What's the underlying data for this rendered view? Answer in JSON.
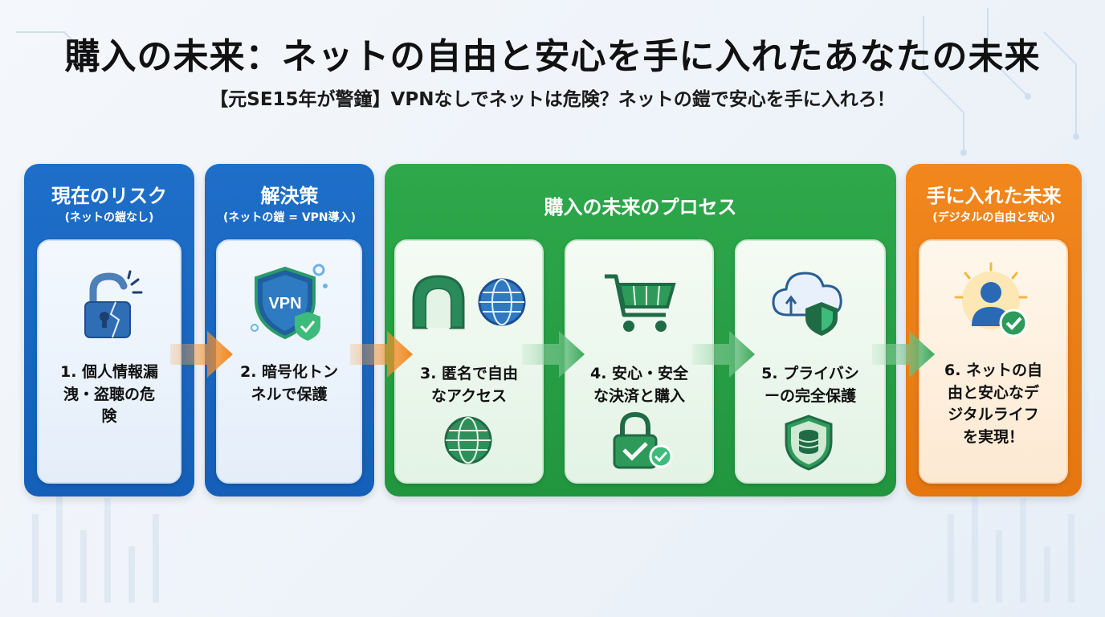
{
  "title": "購入の未来：ネットの自由と安心を手に入れたあなたの未来",
  "subtitle": "【元SE15年が警鐘】VPNなしでネットは危険？ネットの鎧で安心を手に入れろ！",
  "panels": {
    "risk": {
      "heading": "現在のリスク",
      "sub": "(ネットの鎧なし)"
    },
    "solution": {
      "heading": "解決策",
      "sub": "(ネットの鎧 = VPN導入)"
    },
    "process": {
      "heading": "購入の未来のプロセス"
    },
    "future": {
      "heading": "手に入れた未来",
      "sub": "(デジタルの自由と安心)"
    }
  },
  "steps": [
    {
      "line1": "1. 個人情報漏",
      "line2": "洩・盗聴の危",
      "line3": "険"
    },
    {
      "line1": "2. 暗号化トン",
      "line2": "ネルで保護"
    },
    {
      "line1": "3. 匿名で自由",
      "line2": "なアクセス"
    },
    {
      "line1": "4. 安心・安全",
      "line2": "な決済と購入"
    },
    {
      "line1": "5. プライバシ",
      "line2": "ーの完全保護"
    },
    {
      "line1": "6. ネットの自",
      "line2": "由と安心なデ",
      "line3": "ジタルライフ",
      "line4": "を実現！"
    }
  ],
  "icons": {
    "vpn_label": "VPN"
  },
  "colors": {
    "blue": "#1e6fc9",
    "green": "#2ea84b",
    "orange": "#f2871e",
    "dark_green": "#1f6b45",
    "dark_blue": "#1d4f8f"
  }
}
